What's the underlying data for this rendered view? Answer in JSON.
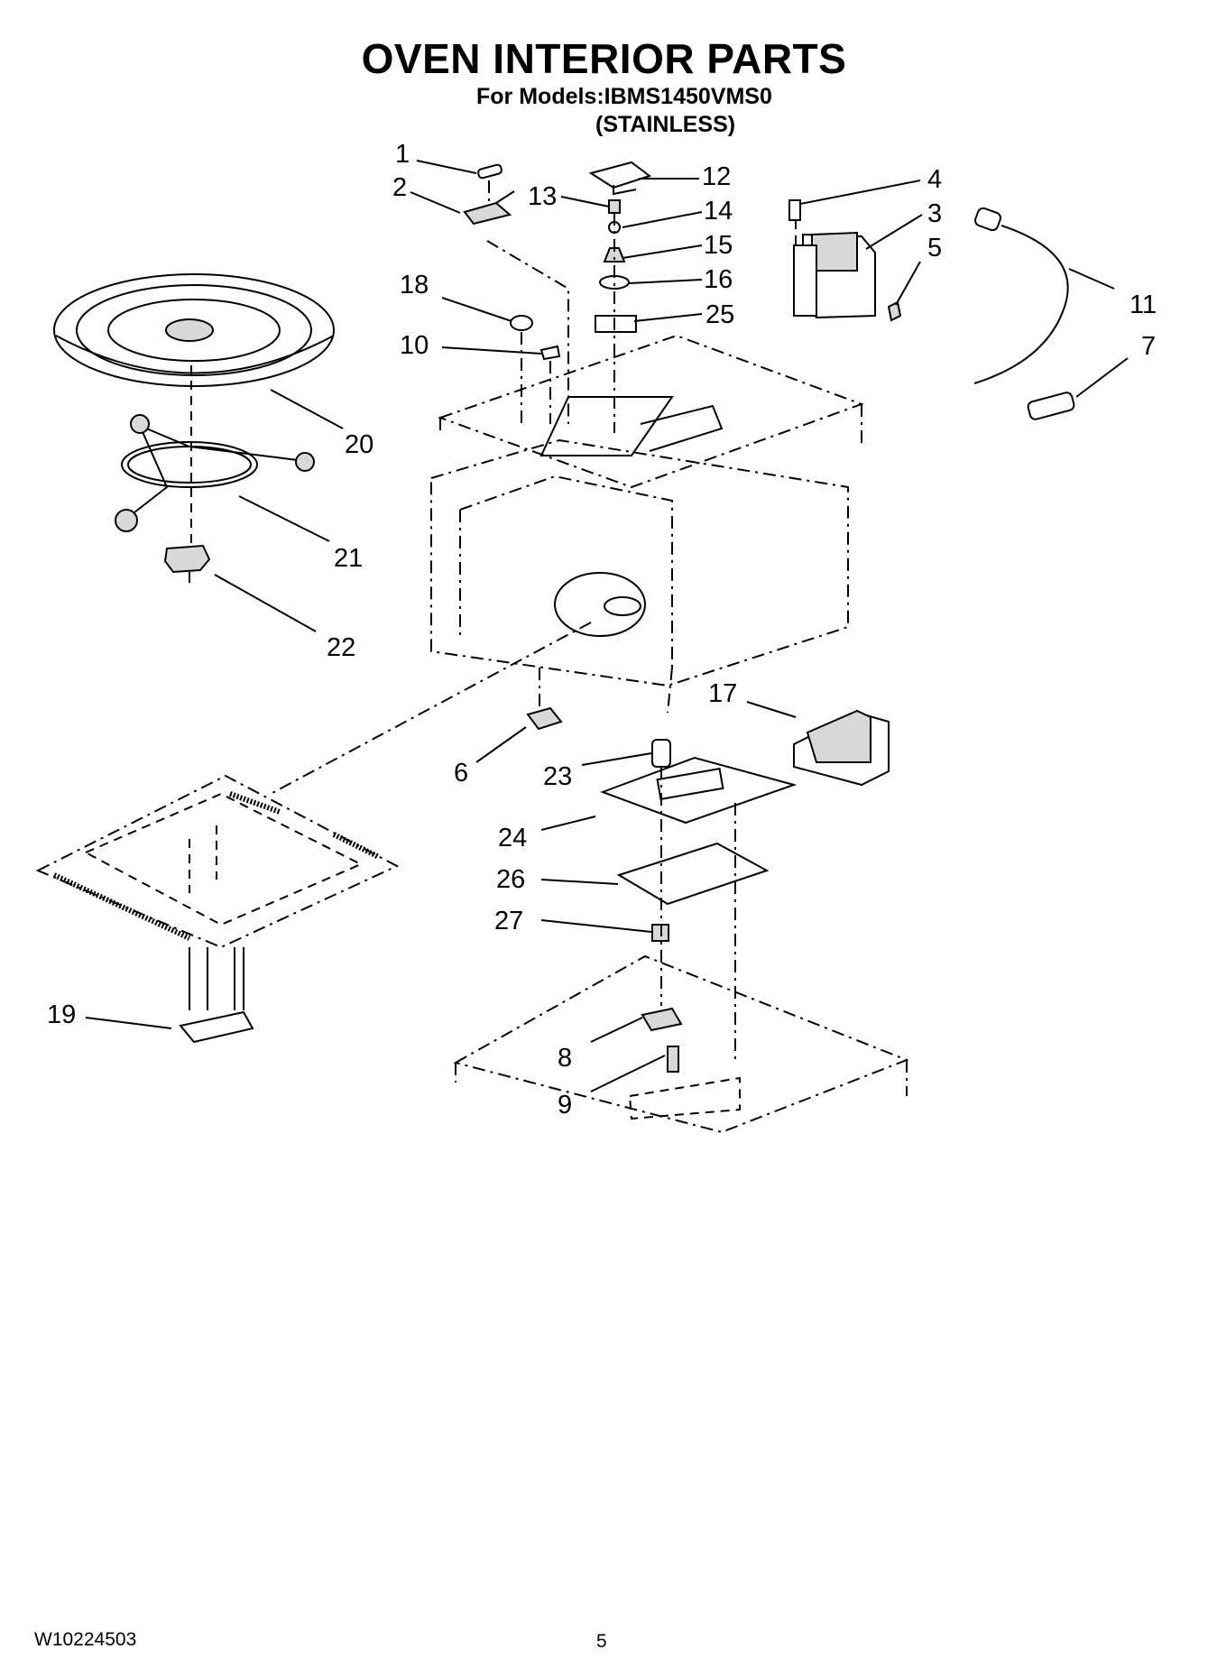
{
  "header": {
    "title": "OVEN INTERIOR PARTS",
    "models_line": "For Models:IBMS1450VMS0",
    "finish": "(STAINLESS)"
  },
  "footer": {
    "document_number": "W10224503",
    "page_number": "5"
  },
  "callouts": [
    "1",
    "2",
    "3",
    "4",
    "5",
    "6",
    "7",
    "8",
    "9",
    "10",
    "11",
    "12",
    "13",
    "14",
    "15",
    "16",
    "17",
    "18",
    "19",
    "20",
    "21",
    "22",
    "23",
    "24",
    "25",
    "26",
    "27"
  ]
}
